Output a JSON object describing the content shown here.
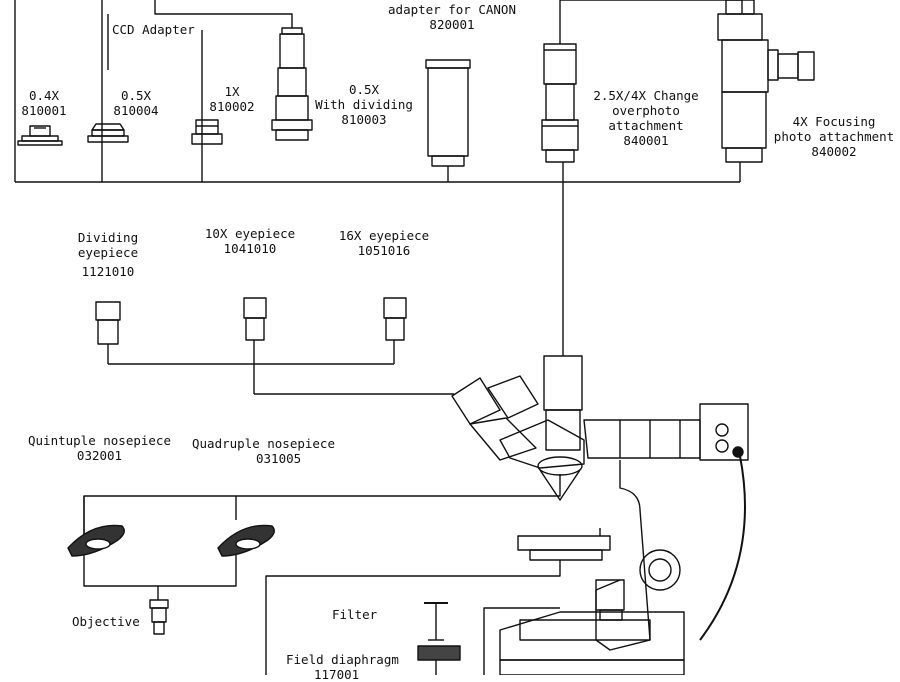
{
  "ccd_adapter": {
    "group_title": "CCD Adapter",
    "items": [
      {
        "mag": "0.4X",
        "code": "810001"
      },
      {
        "mag": "0.5X",
        "code": "810004"
      },
      {
        "mag": "1X",
        "code": "810002"
      },
      {
        "mag": "0.5X",
        "note": "With dividing",
        "code": "810003"
      }
    ]
  },
  "canon_adapter": {
    "title": "adapter for CANON",
    "code": "820001"
  },
  "change_attachment": {
    "lines": [
      "2.5X/4X Change",
      "overphoto",
      "attachment"
    ],
    "code": "840001"
  },
  "focusing_attachment": {
    "lines": [
      "4X Focusing",
      "photo attachment"
    ],
    "code": "840002"
  },
  "eyepieces": [
    {
      "lines": [
        "Dividing",
        "eyepiece"
      ],
      "code": "1121010"
    },
    {
      "lines": [
        "10X eyepiece"
      ],
      "code": "1041010"
    },
    {
      "lines": [
        "16X eyepiece"
      ],
      "code": "1051016"
    }
  ],
  "nosepieces": [
    {
      "name": "Quintuple nosepiece",
      "code": "032001"
    },
    {
      "name": "Quadruple nosepiece",
      "code": "031005"
    }
  ],
  "objective": {
    "label": "Objective"
  },
  "filter": {
    "label": "Filter"
  },
  "field_diaphragm": {
    "label": "Field diaphragm",
    "code": "117001"
  }
}
